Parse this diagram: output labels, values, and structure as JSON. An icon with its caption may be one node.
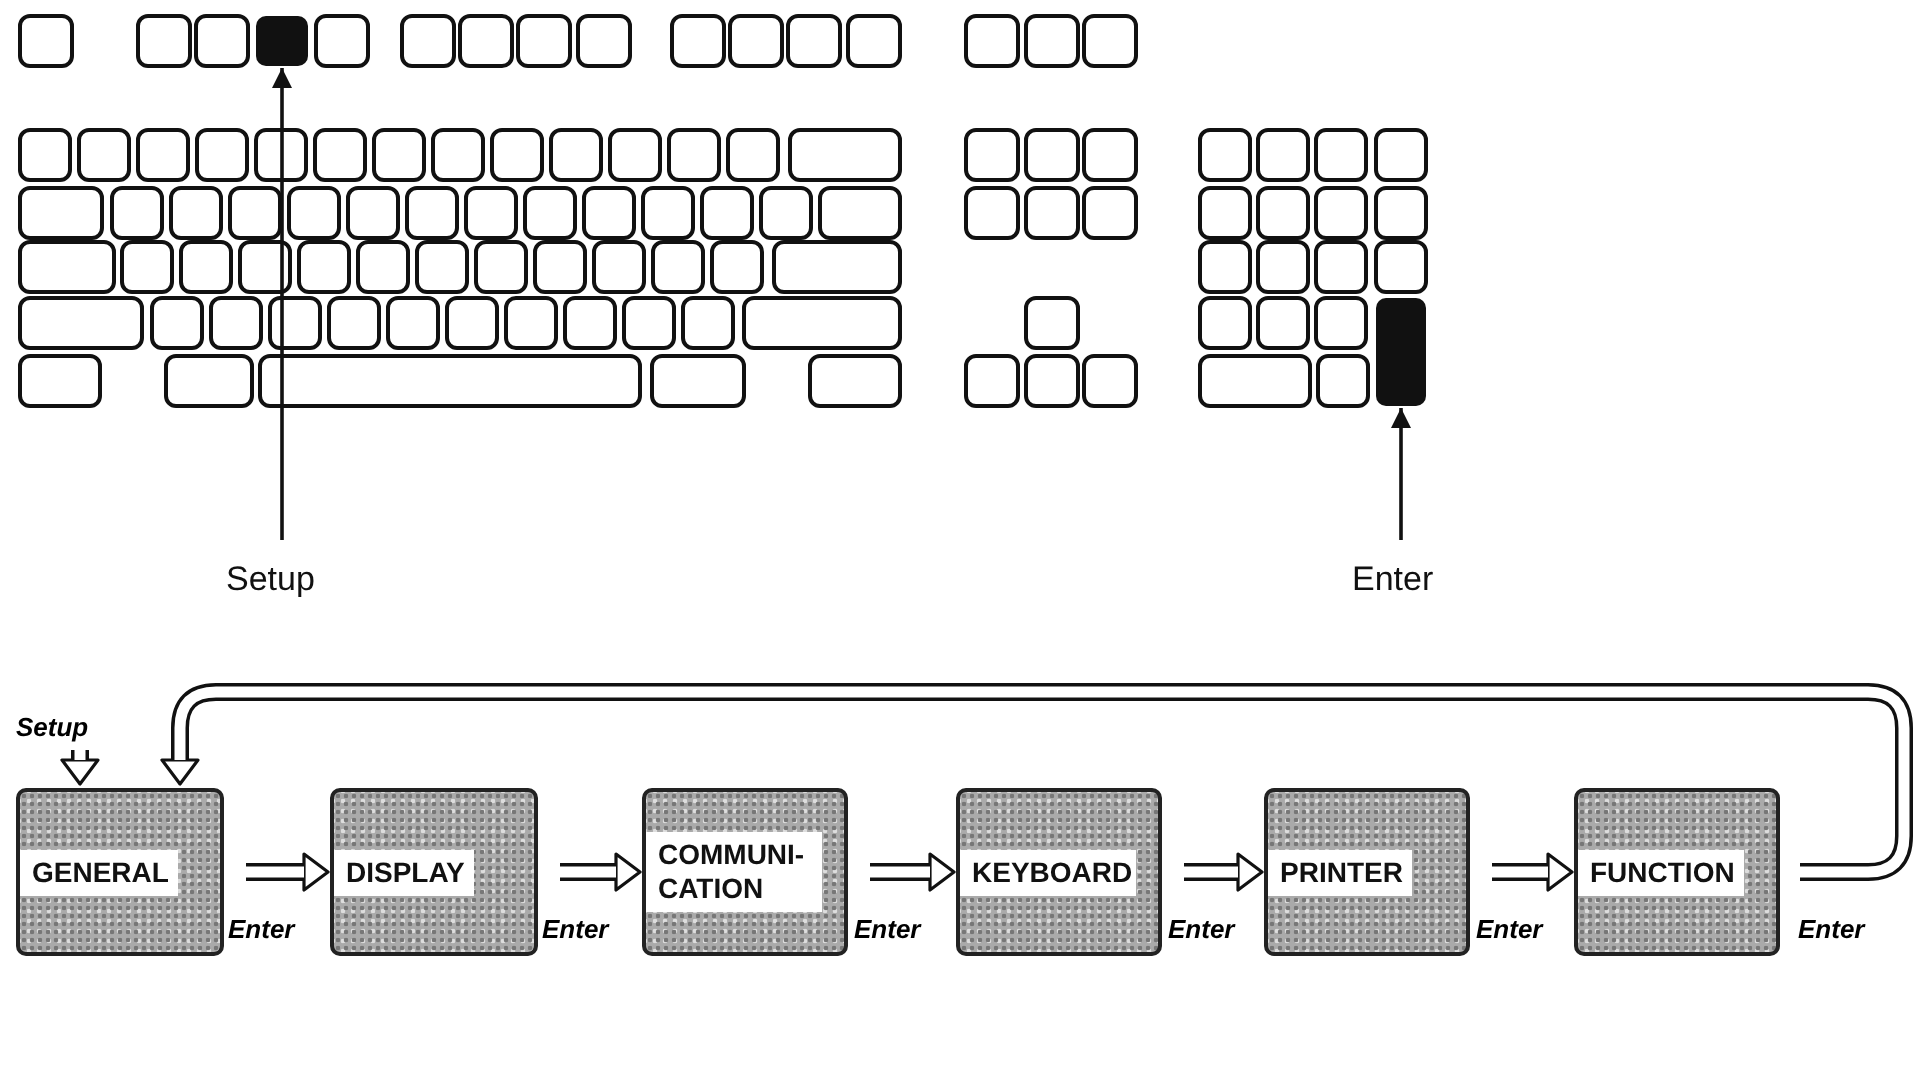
{
  "diagram": {
    "nodes": [
      {
        "text": [],
        "shape": "box"
      },
      {
        "text": [],
        "shape": "box"
      },
      {
        "text": [
          "Setup"
        ]
      },
      {
        "text": [
          "Enter"
        ]
      },
      {
        "text": [
          "Setup"
        ]
      },
      {
        "text": [
          "GENERAL"
        ]
      },
      {
        "text": [
          "DISPLAY"
        ]
      },
      {
        "text": [
          "COMMUNI- CATION"
        ]
      },
      {
        "text": [
          "KEYBOARD"
        ]
      },
      {
        "text": [
          "PRINTER"
        ]
      },
      {
        "text": [
          "FUNCTION"
        ]
      }
    ],
    "edges": [
      {
        "from": 2,
        "to": 0,
        "arrow": "to"
      },
      {
        "from": 3,
        "to": 1,
        "arrow": "to"
      },
      {
        "from": 4,
        "to": 5,
        "arrow": "to"
      },
      {
        "from": 5,
        "to": 6,
        "arrow": "to",
        "label": "Enter"
      },
      {
        "from": 6,
        "to": 7,
        "arrow": "to",
        "label": "Enter"
      },
      {
        "from": 7,
        "to": 8,
        "arrow": "to",
        "label": "Enter"
      },
      {
        "from": 8,
        "to": 9,
        "arrow": "to",
        "label": "Enter"
      },
      {
        "from": 9,
        "to": 10,
        "arrow": "to",
        "label": "Enter"
      },
      {
        "from": 10,
        "to": 5,
        "arrow": "to",
        "label": "Enter"
      }
    ]
  }
}
